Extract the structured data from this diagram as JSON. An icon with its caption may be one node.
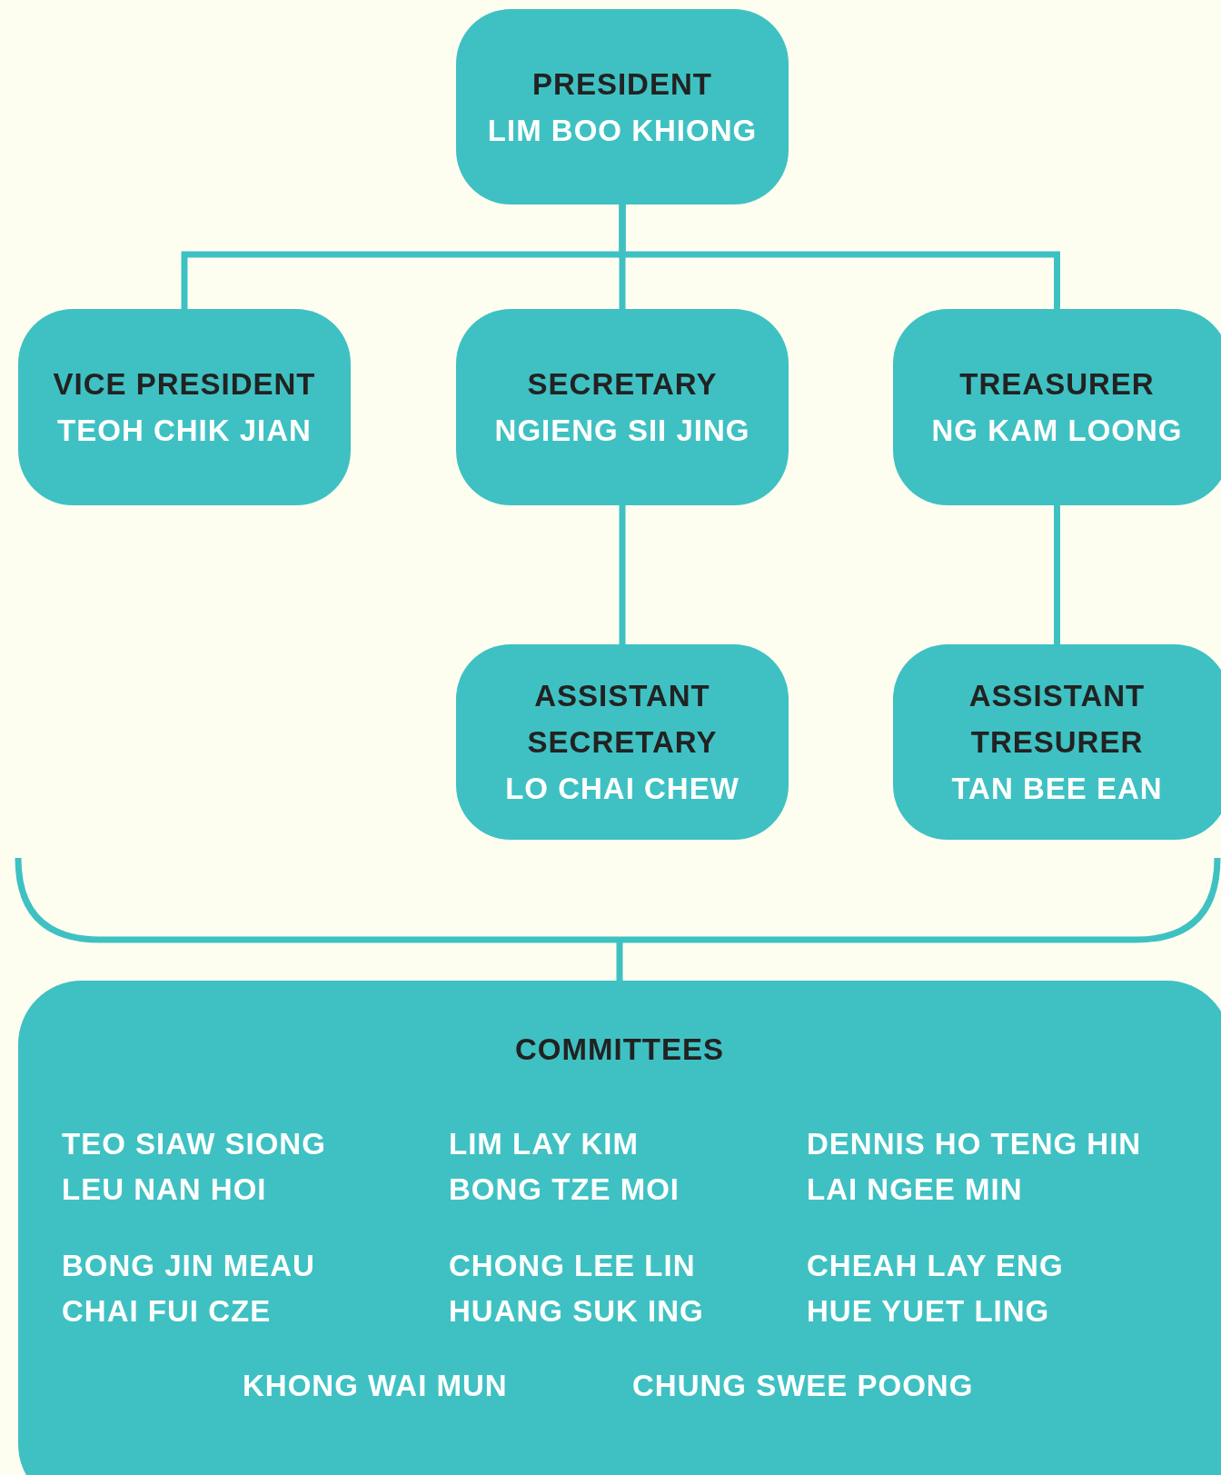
{
  "diagram": {
    "nodes": [
      {
        "text": [
          "PRESIDENT",
          "LIM BOO KHIONG"
        ]
      },
      {
        "text": [
          "VICE PRESIDENT",
          "TEOH CHIK JIAN"
        ]
      },
      {
        "text": [
          "SECRETARY",
          "NGIENG SII JING"
        ]
      },
      {
        "text": [
          "TREASURER",
          "NG KAM LOONG"
        ]
      },
      {
        "text": [
          "ASSISTANT SECRETARY",
          "LO CHAI CHEW"
        ]
      },
      {
        "text": [
          "ASSISTANT TRESURER",
          "TAN BEE EAN"
        ]
      },
      {
        "text": [],
        "shape": "bracket"
      },
      {
        "text": [
          "COMMITTEES",
          "TEO SIAW SIONG",
          "LIM LAY KIM",
          "DENNIS HO TENG HIN",
          "LEU NAN HOI",
          "BONG TZE MOI",
          "LAI NGEE MIN",
          "BONG JIN MEAU",
          "CHONG LEE LIN",
          "CHEAH LAY ENG",
          "CHAI FUI CZE",
          "HUANG SUK ING",
          "HUE YUET LING",
          "KHONG WAI MUN",
          "CHUNG SWEE POONG"
        ]
      }
    ],
    "edges": [
      {
        "from": 0,
        "to": 1,
        "arrow": "none"
      },
      {
        "from": 0,
        "to": 2,
        "arrow": "none"
      },
      {
        "from": 0,
        "to": 3,
        "arrow": "none"
      },
      {
        "from": 2,
        "to": 4,
        "arrow": "none"
      },
      {
        "from": 3,
        "to": 5,
        "arrow": "none"
      },
      {
        "from": 6,
        "to": 7,
        "arrow": "none"
      }
    ]
  }
}
